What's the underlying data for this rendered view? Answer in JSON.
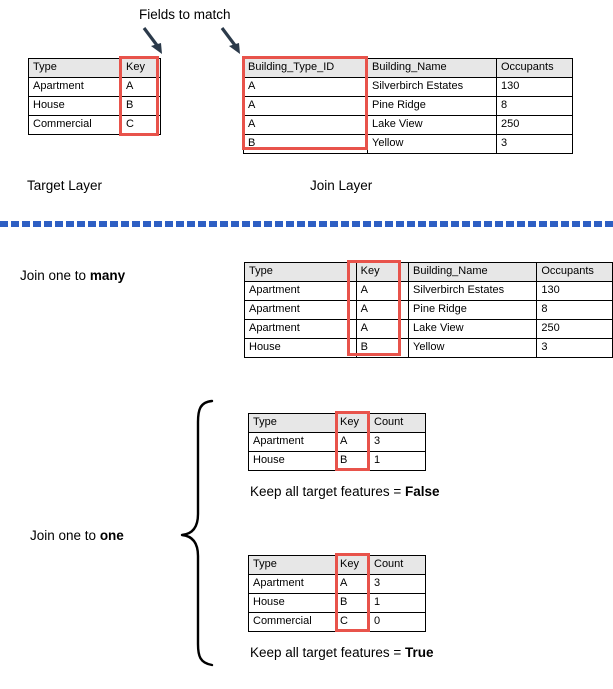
{
  "annotations": {
    "fields_to_match": "Fields to match",
    "target_layer": "Target Layer",
    "join_layer": "Join Layer",
    "join_one_to_many_prefix": "Join one to ",
    "join_one_to_many_emphasis": "many",
    "join_one_to_one_prefix": "Join one to ",
    "join_one_to_one_emphasis": "one",
    "keep_all_prefix": "Keep all target features = ",
    "keep_all_false": "False",
    "keep_all_true": "True"
  },
  "colors": {
    "highlight_red": "#e8534b",
    "header_gray": "#e7e7e7",
    "divider_blue": "#2e5fc3",
    "border_black": "#000000",
    "arrow_dark": "#2b3a4a"
  },
  "target_table": {
    "headers": [
      "Type",
      "Key"
    ],
    "rows": [
      [
        "Apartment",
        "A"
      ],
      [
        "House",
        "B"
      ],
      [
        "Commercial",
        "C"
      ]
    ],
    "highlight_column": "Key"
  },
  "join_table": {
    "headers": [
      "Building_Type_ID",
      "Building_Name",
      "Occupants"
    ],
    "rows": [
      [
        "A",
        "Silverbirch Estates",
        "130"
      ],
      [
        "A",
        "Pine Ridge",
        "8"
      ],
      [
        "A",
        "Lake View",
        "250"
      ],
      [
        "B",
        "Yellow",
        "3"
      ]
    ],
    "highlight_column": "Building_Type_ID"
  },
  "one_to_many_table": {
    "headers": [
      "Type",
      "Key",
      "Building_Name",
      "Occupants"
    ],
    "rows": [
      [
        "Apartment",
        "A",
        "Silverbirch Estates",
        "130"
      ],
      [
        "Apartment",
        "A",
        "Pine Ridge",
        "8"
      ],
      [
        "Apartment",
        "A",
        "Lake View",
        "250"
      ],
      [
        "House",
        "B",
        "Yellow",
        "3"
      ]
    ],
    "highlight_column": "Key"
  },
  "one_to_one_false_table": {
    "headers": [
      "Type",
      "Key",
      "Count"
    ],
    "rows": [
      [
        "Apartment",
        "A",
        "3"
      ],
      [
        "House",
        "B",
        "1"
      ]
    ],
    "highlight_column": "Key"
  },
  "one_to_one_true_table": {
    "headers": [
      "Type",
      "Key",
      "Count"
    ],
    "rows": [
      [
        "Apartment",
        "A",
        "3"
      ],
      [
        "House",
        "B",
        "1"
      ],
      [
        "Commercial",
        "C",
        "0"
      ]
    ],
    "highlight_column": "Key"
  }
}
